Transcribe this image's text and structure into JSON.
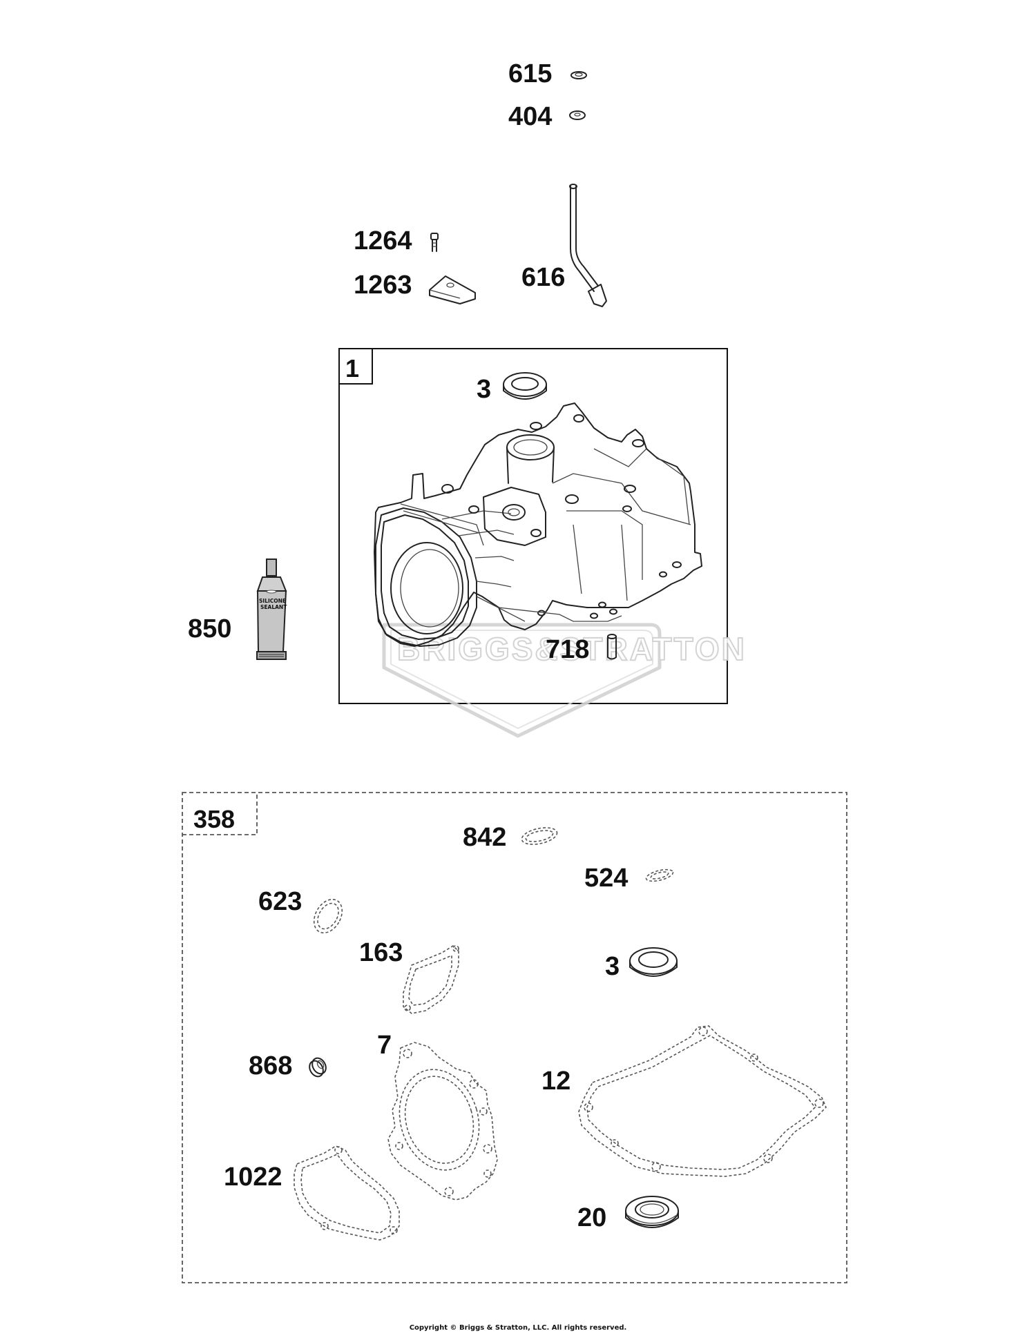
{
  "parts": {
    "p615": "615",
    "p404": "404",
    "p1264": "1264",
    "p1263": "1263",
    "p616": "616",
    "p850": "850",
    "p3a": "3",
    "p718": "718",
    "p842": "842",
    "p524": "524",
    "p623": "623",
    "p163": "163",
    "p3b": "3",
    "p868": "868",
    "p7": "7",
    "p12": "12",
    "p1022": "1022",
    "p20": "20"
  },
  "assemblies": {
    "cylinder": "1",
    "gasket_set": "358"
  },
  "tube_text": {
    "line1": "SILICONE",
    "line2": "SEALANT"
  },
  "watermark": "BRIGGS&STRATTON",
  "copyright": "Copyright © Briggs & Stratton, LLC. All rights reserved."
}
